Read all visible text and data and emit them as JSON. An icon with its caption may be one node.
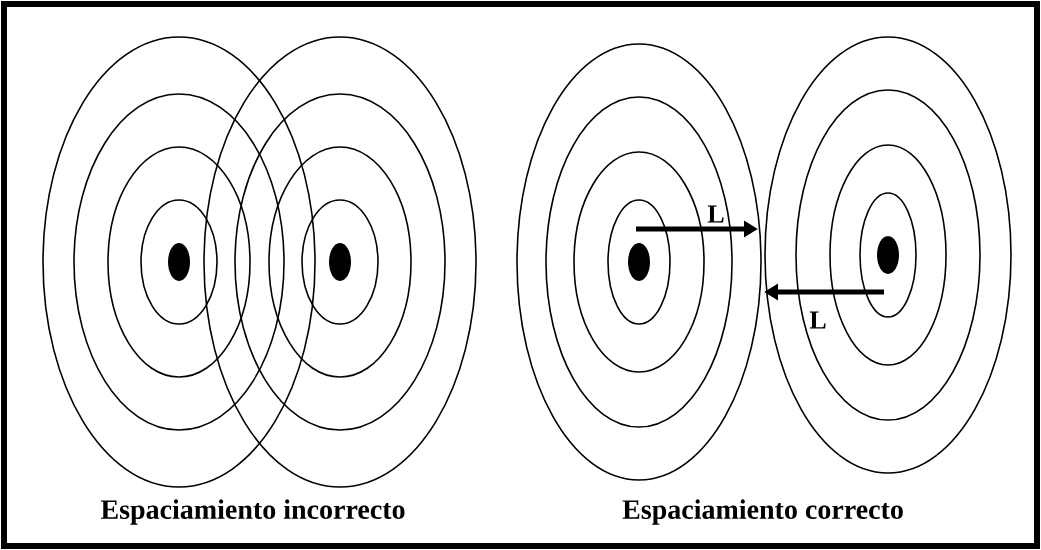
{
  "diagram": {
    "labels": [
      "L",
      "L",
      "Espaciamiento incorrecto",
      "Espaciamiento correcto"
    ]
  }
}
